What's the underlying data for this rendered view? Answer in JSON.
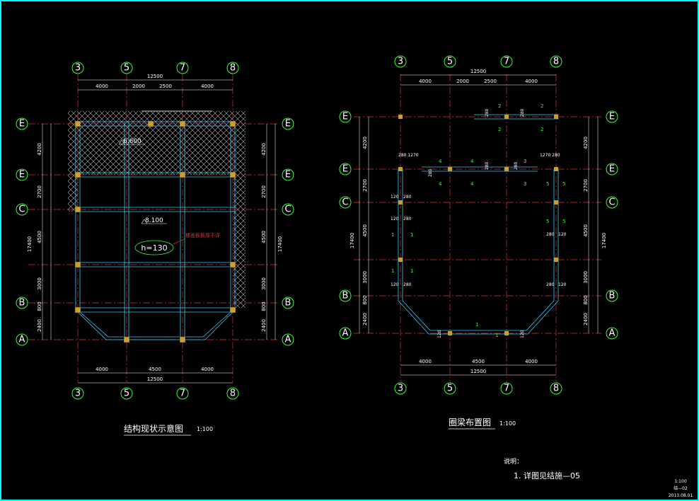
{
  "left_plan": {
    "title": "结构现状示意图",
    "scale": "1:100",
    "x_axes": [
      "3",
      "5",
      "7",
      "8"
    ],
    "y_axes": [
      "E",
      "E",
      "C",
      "B",
      "A"
    ],
    "top_total": "12500",
    "top_spans": [
      "4000",
      "2000",
      "2500",
      "4000"
    ],
    "bottom_spans": [
      "4000",
      "4500",
      "4000"
    ],
    "bottom_total": "12500",
    "side_spans": [
      "4200",
      "2700",
      "4500",
      "3000",
      "800",
      "2400"
    ],
    "side_total": "17400",
    "level_top": "6.600",
    "level_mid": "8.100",
    "slab_note": "h=130",
    "red_note": "楼面板板厚不详"
  },
  "right_plan": {
    "title": "圈梁布置图",
    "scale": "1:100",
    "x_axes": [
      "3",
      "5",
      "7",
      "8"
    ],
    "y_axes": [
      "E",
      "E",
      "C",
      "B",
      "A"
    ],
    "top_total": "12500",
    "top_spans": [
      "4000",
      "2000",
      "2500",
      "4000"
    ],
    "bottom_spans": [
      "4000",
      "4500",
      "4000"
    ],
    "bottom_total": "12500",
    "side_spans": [
      "4200",
      "2700",
      "4500",
      "3000",
      "800",
      "2400"
    ],
    "side_total": "17400",
    "dims": {
      "d280": "280",
      "d120": "120",
      "d1270": "1270",
      "d280_1270": "280 1270",
      "d1270_280": "1270 280"
    },
    "section_marks": [
      "1",
      "2",
      "3",
      "4",
      "5"
    ]
  },
  "notes": {
    "heading": "说明：",
    "item": "1. 详图见结施—05"
  },
  "title_block": {
    "line1": "1:100",
    "line2": "结—02",
    "line3": "2013.08.01"
  }
}
